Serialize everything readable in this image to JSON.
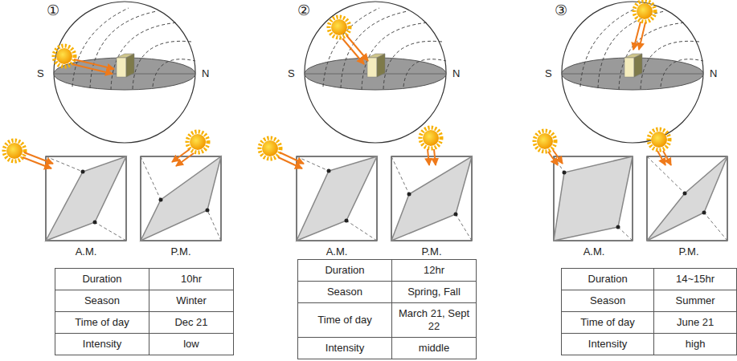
{
  "diagram": {
    "labels": [
      "①",
      "S",
      "N",
      "A.M.",
      "P.M.",
      "Duration",
      "10hr",
      "Season",
      "Winter",
      "Time of day",
      "Dec 21",
      "Intensity",
      "low",
      "②",
      "S",
      "N",
      "A.M.",
      "P.M.",
      "Duration",
      "12hr",
      "Season",
      "Spring, Fall",
      "Time of day",
      "March 21, Sept 22",
      "Intensity",
      "middle",
      "③",
      "S",
      "N",
      "A.M.",
      "P.M.",
      "Duration",
      "14~15hr",
      "Season",
      "Summer",
      "Time of day",
      "June 21",
      "Intensity",
      "high"
    ]
  }
}
